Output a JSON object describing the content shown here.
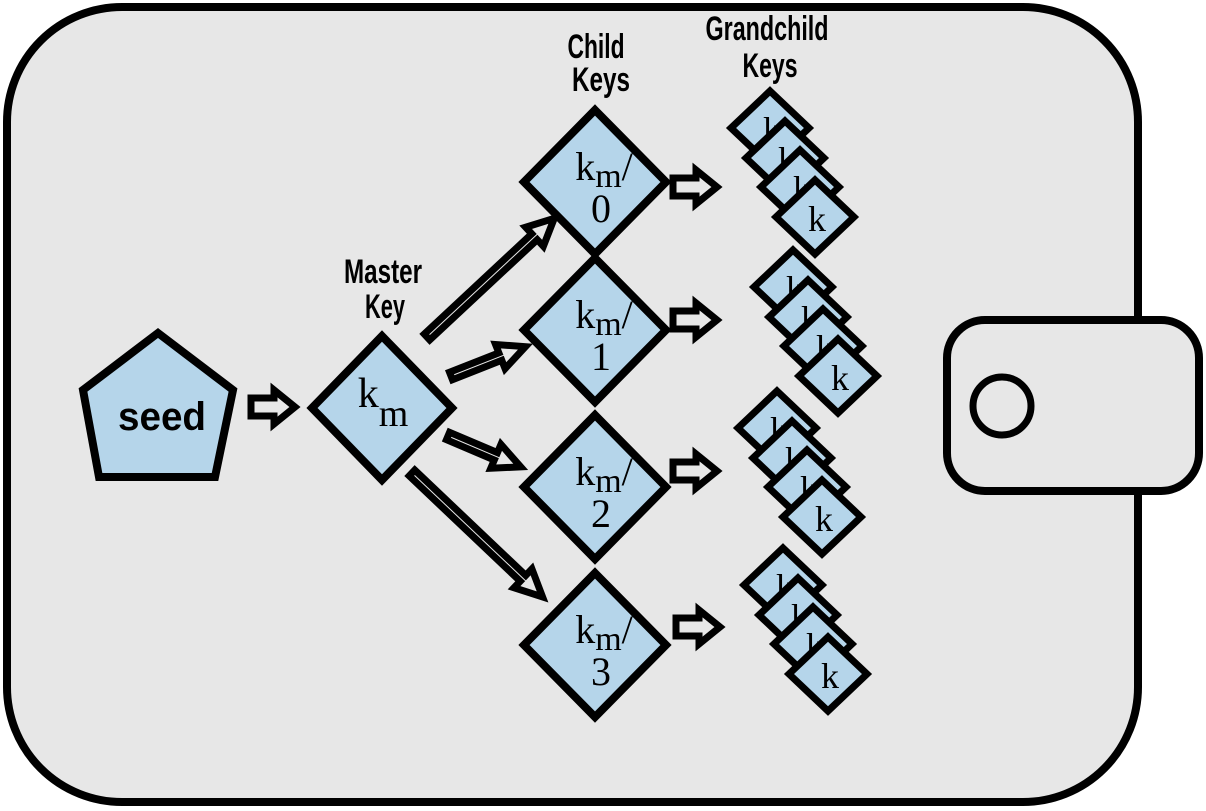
{
  "colors": {
    "canvas_background": "#ffffff",
    "wallet_fill": "#e7e7e7",
    "key_fill": "#b5d5ea",
    "stroke": "#000000"
  },
  "headings": {
    "master": [
      "Master",
      "Key"
    ],
    "child": [
      "Child",
      "Keys"
    ],
    "grandchild": [
      "Grandchild",
      "Keys"
    ]
  },
  "seed": {
    "label": "seed"
  },
  "master_key": {
    "base": "k",
    "sub": "m"
  },
  "child_keys": [
    {
      "base": "k",
      "sub": "m",
      "slash": "/",
      "index": "0"
    },
    {
      "base": "k",
      "sub": "m",
      "slash": "/",
      "index": "1"
    },
    {
      "base": "k",
      "sub": "m",
      "slash": "/",
      "index": "2"
    },
    {
      "base": "k",
      "sub": "m",
      "slash": "/",
      "index": "3"
    }
  ],
  "grandchild_key_label": "k"
}
